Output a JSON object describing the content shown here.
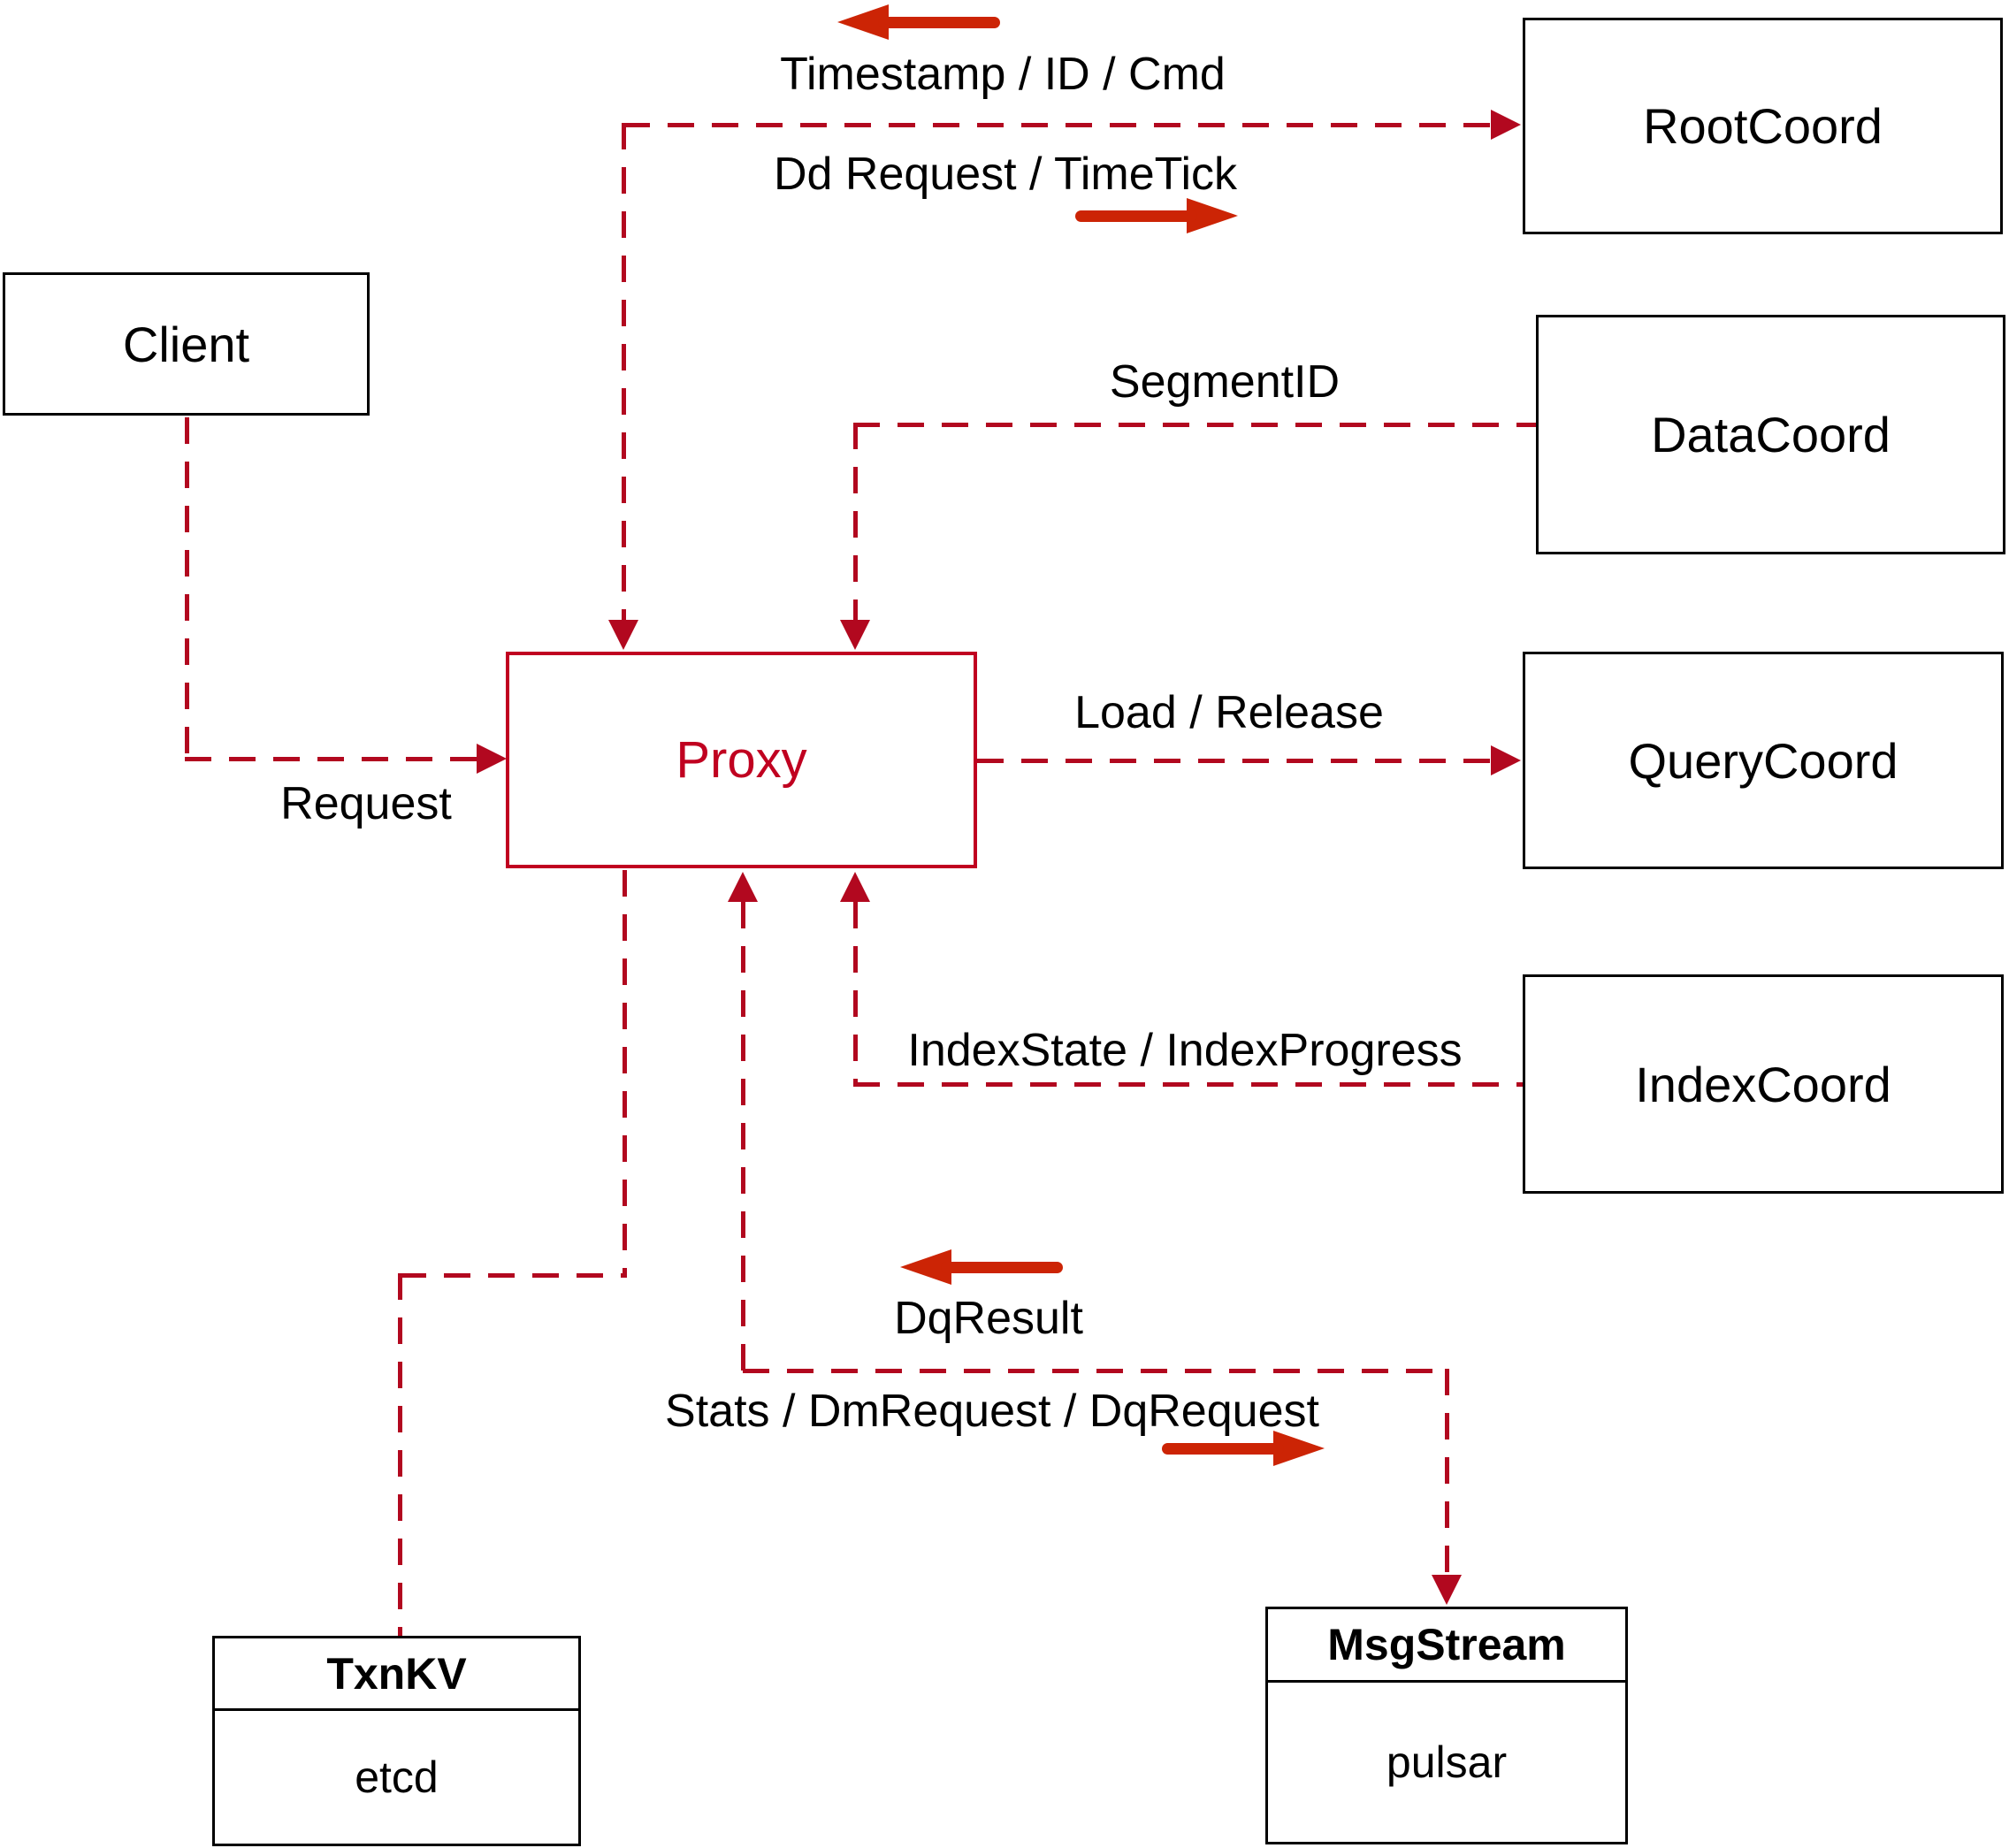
{
  "nodes": {
    "client": {
      "label": "Client"
    },
    "proxy": {
      "label": "Proxy"
    },
    "root_coord": {
      "label": "RootCoord"
    },
    "data_coord": {
      "label": "DataCoord"
    },
    "query_coord": {
      "label": "QueryCoord"
    },
    "index_coord": {
      "label": "IndexCoord"
    },
    "txn_kv": {
      "title": "TxnKV",
      "subtitle": "etcd"
    },
    "msg_stream": {
      "title": "MsgStream",
      "subtitle": "pulsar"
    }
  },
  "edges": {
    "client_proxy": {
      "label": "Request"
    },
    "proxy_rootcoord": {
      "label_return": "Timestamp / ID / Cmd",
      "label_send": "Dd Request / TimeTick"
    },
    "datacoord_proxy": {
      "label": "SegmentID"
    },
    "proxy_querycoord": {
      "label": "Load / Release"
    },
    "indexcoord_proxy": {
      "label": "IndexState / IndexProgress"
    },
    "proxy_msgstream": {
      "label_return": "DqResult",
      "label_send": "Stats / DmRequest / DqRequest"
    }
  },
  "colors": {
    "line": "#b2081f",
    "arrow": "#cc2405",
    "node_border": "#000000",
    "proxy_accent": "#c00020",
    "text": "#000000",
    "background": "#ffffff"
  }
}
